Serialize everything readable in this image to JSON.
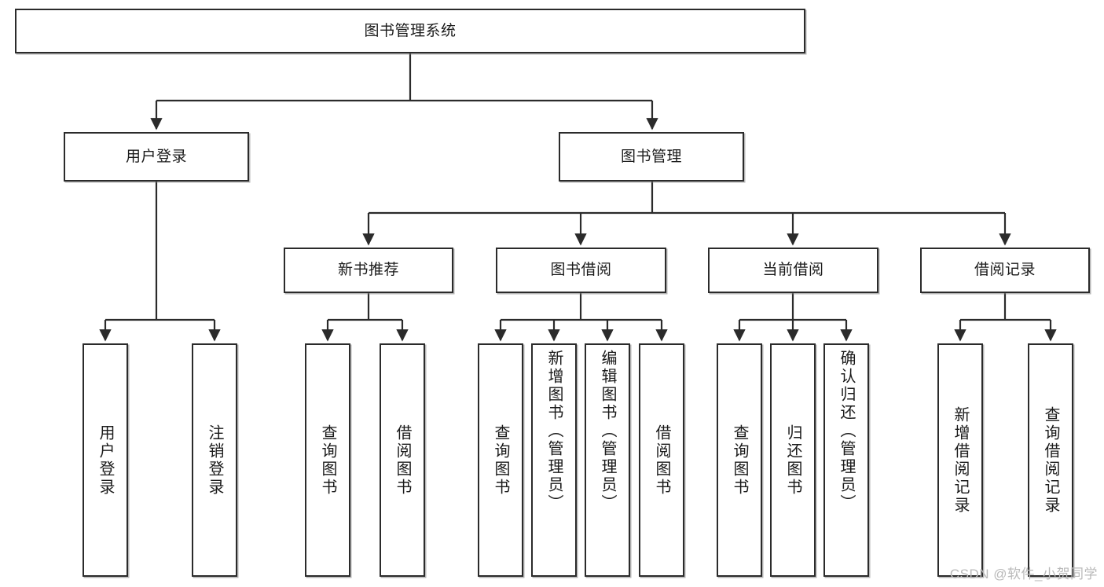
{
  "diagram": {
    "title": "图书管理系统",
    "type": "hierarchy-tree",
    "levels": 4,
    "root": {
      "label": "图书管理系统"
    },
    "level2": [
      {
        "label": "用户登录"
      },
      {
        "label": "图书管理"
      }
    ],
    "level3": [
      {
        "label": "新书推荐",
        "parent": "图书管理"
      },
      {
        "label": "图书借阅",
        "parent": "图书管理"
      },
      {
        "label": "当前借阅",
        "parent": "图书管理"
      },
      {
        "label": "借阅记录",
        "parent": "图书管理"
      }
    ],
    "leaves": [
      {
        "label": "用户登录",
        "parent": "用户登录"
      },
      {
        "label": "注销登录",
        "parent": "用户登录"
      },
      {
        "label": "查询图书",
        "parent": "新书推荐"
      },
      {
        "label": "借阅图书",
        "parent": "新书推荐"
      },
      {
        "label": "查询图书",
        "parent": "图书借阅"
      },
      {
        "label": "新增图书（管理员）",
        "parent": "图书借阅"
      },
      {
        "label": "编辑图书（管理员）",
        "parent": "图书借阅"
      },
      {
        "label": "借阅图书",
        "parent": "图书借阅"
      },
      {
        "label": "查询图书",
        "parent": "当前借阅"
      },
      {
        "label": "归还图书",
        "parent": "当前借阅"
      },
      {
        "label": "确认归还（管理员）",
        "parent": "当前借阅"
      },
      {
        "label": "新增借阅记录",
        "parent": "借阅记录"
      },
      {
        "label": "查询借阅记录",
        "parent": "借阅记录"
      }
    ],
    "colors": {
      "stroke": "#2b2b2b",
      "fill": "#ffffff",
      "text": "#1a1a1a",
      "watermark": "#b9b9b9"
    }
  },
  "watermark": {
    "text": "CSDN @软件_小贺同学"
  }
}
